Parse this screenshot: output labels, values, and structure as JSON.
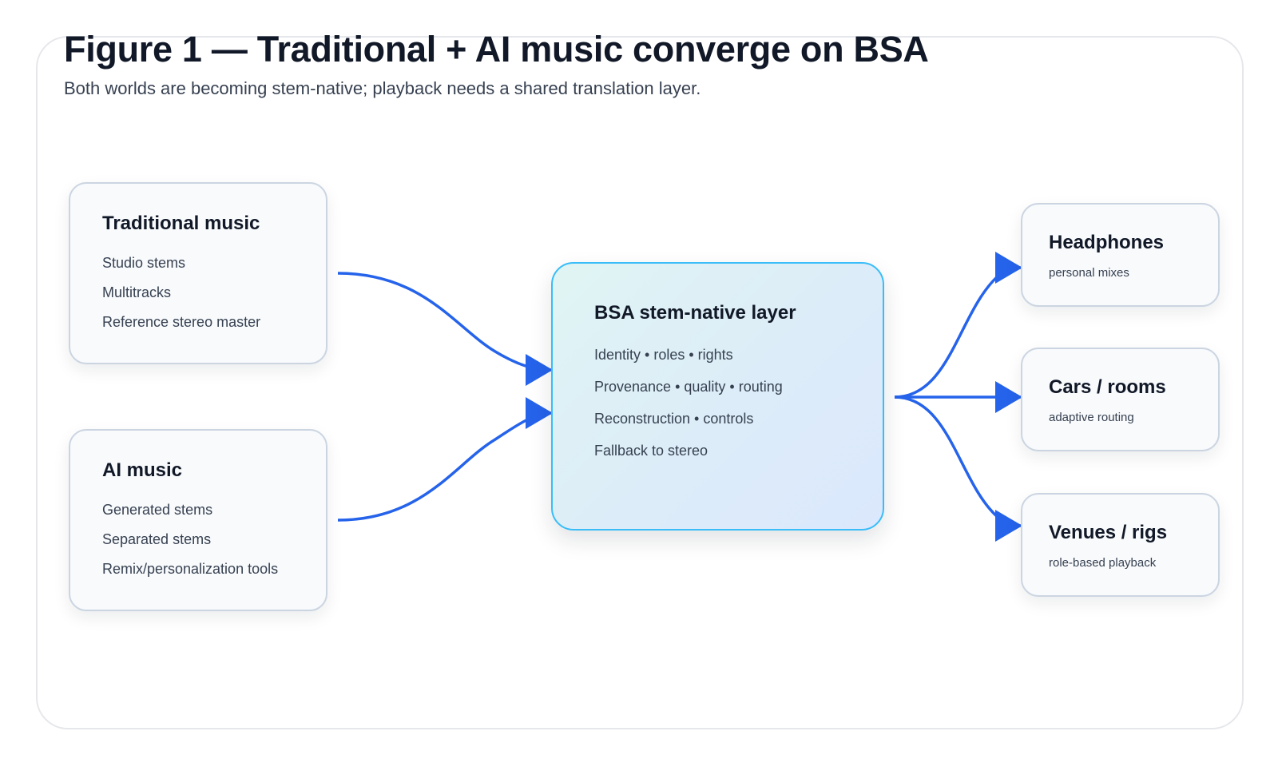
{
  "figure": {
    "title": "Figure 1 — Traditional + AI music converge on BSA",
    "subtitle": "Both worlds are becoming stem-native; playback needs a shared translation layer."
  },
  "sources": [
    {
      "title": "Traditional music",
      "items": [
        "Studio stems",
        "Multitracks",
        "Reference stereo master"
      ]
    },
    {
      "title": "AI music",
      "items": [
        "Generated stems",
        "Separated stems",
        "Remix/personalization tools"
      ]
    }
  ],
  "center": {
    "title": "BSA stem-native layer",
    "items": [
      "Identity • roles • rights",
      "Provenance • quality • routing",
      "Reconstruction • controls",
      "Fallback to stereo"
    ]
  },
  "destinations": [
    {
      "title": "Headphones",
      "subtitle": "personal mixes"
    },
    {
      "title": "Cars / rooms",
      "subtitle": "adaptive routing"
    },
    {
      "title": "Venues / rigs",
      "subtitle": "role-based playback"
    }
  ],
  "colors": {
    "connector": "#2563eb",
    "center_border": "#38bdf8",
    "box_border": "#cbd5e1",
    "title_text": "#111827"
  }
}
